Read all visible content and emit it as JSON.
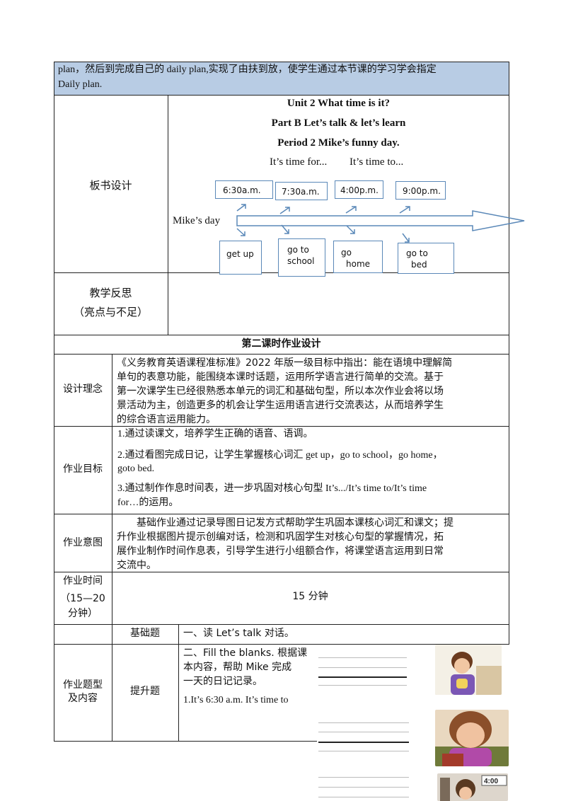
{
  "top_row": {
    "text_line1": "plan，然后到完成自己的 daily plan,实现了由扶到放，使学生通过本节课的学习学会指定",
    "text_line2": "Daily plan.",
    "bg_color": "#b8cce4"
  },
  "board_design": {
    "label": "板书设计",
    "title1": "Unit 2 What time is it?",
    "title2": "Part B Let’s talk & let’s learn",
    "title3": "Period 2 Mike’s funny day.",
    "patterns": [
      "It’s time for...",
      "It’s time to..."
    ],
    "times": [
      "6:30a.m.",
      "7:30a.m.",
      "4:00p.m.",
      "9:00p.m."
    ],
    "mikes_day": "Mike’s day",
    "activities": [
      {
        "l1": "get  up",
        "l2": ""
      },
      {
        "l1": "go  to",
        "l2": "school"
      },
      {
        "l1": "go",
        "l2": "home"
      },
      {
        "l1": "go  to",
        "l2": "bed"
      }
    ],
    "accent_color": "#5a88b8"
  },
  "reflection": {
    "label1": "教学反思",
    "label2": "（亮点与不足）"
  },
  "homework": {
    "title": "第二课时作业设计",
    "design_concept": {
      "label": "设计理念",
      "lines": [
        "《义务教育英语课程准标准》2022 年版一级目标中指出：能在语境中理解简",
        "单句的表意功能，能围绕本课时话题，运用所学语言进行简单的交流。基于",
        "第一次课学生已经很熟悉本单元的词汇和基础句型，所以本次作业会将以场",
        "景活动为主，创造更多的机会让学生运用语言进行交流表达，从而培养学生",
        "的综合语言运用能力。"
      ]
    },
    "goals": {
      "label": "作业目标",
      "g1": "1.通过读课文，培养学生正确的语音、语调。",
      "g2_l1": "2.通过看图完成日记，让学生掌握核心词汇 get up，go to school，go home，",
      "g2_l2": "goto bed.",
      "g3_l1": "3.通过制作作息时间表，进一步巩固对核心句型 It’s.../It’s  time  to/It’s  time",
      "g3_l2": "for…的运用。"
    },
    "intent": {
      "label": "作业意图",
      "lines": [
        "基础作业通过记录导图日记发方式帮助学生巩固本课核心词汇和课文；提",
        "升作业根据图片提示创编对话，检测和巩固学生对核心句型的掌握情况，拓",
        "展作业制作时间作息表，引导学生进行小组额合作，将课堂语言运用到日常",
        "交流中。"
      ]
    },
    "time": {
      "label1": "作业时间",
      "label2": "（15—20",
      "label3": "分钟）",
      "value": "15 分钟"
    },
    "types": {
      "label1": "作业题型",
      "label2": "及内容",
      "basic_label": "基础题",
      "basic_content": "一、读 Let’s talk 对话。",
      "advanced_label": "提升题",
      "adv_l1": "二、Fill the blanks.  根据课",
      "adv_l2": "本内容，帮助 Mike  完成",
      "adv_l3": "一天的日记记录。",
      "adv_q1": "1.It’s 6:30 a.m. It’s time to",
      "clock_text": "4:00"
    }
  }
}
